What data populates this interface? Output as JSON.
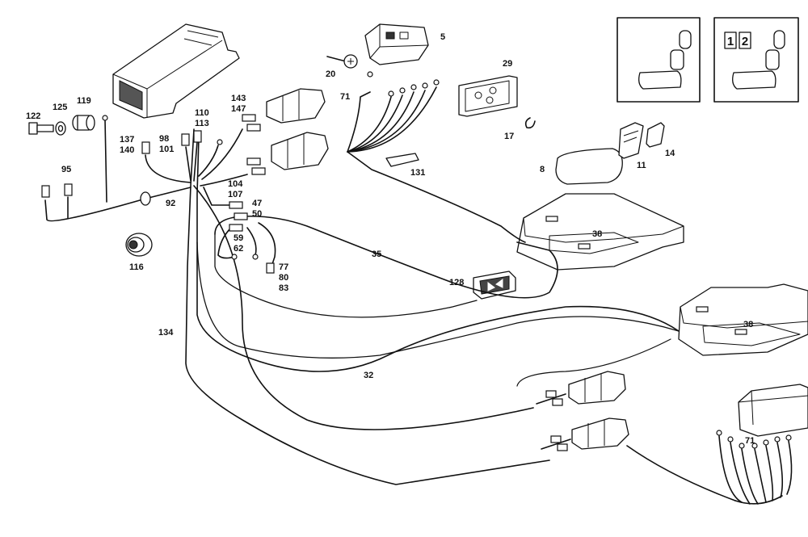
{
  "diagram": {
    "labels": {
      "l5": "5",
      "l20": "20",
      "l71a": "71",
      "l29": "29",
      "l17": "17",
      "l131": "131",
      "l8": "8",
      "l11": "11",
      "l14": "14",
      "l122": "122",
      "l125": "125",
      "l119": "119",
      "l143": "143",
      "l147": "147",
      "l110": "110",
      "l113": "113",
      "l98": "98",
      "l101": "101",
      "l137": "137",
      "l140": "140",
      "l95": "95",
      "l92": "92",
      "l104": "104",
      "l107": "107",
      "l47": "47",
      "l50": "50",
      "l59": "59",
      "l62": "62",
      "l77": "77",
      "l80": "80",
      "l83": "83",
      "l116": "116",
      "l35": "35",
      "l128": "128",
      "l38a": "38",
      "l38b": "38",
      "l134": "134",
      "l32": "32",
      "l71b": "71"
    },
    "inset_badges": {
      "one": "1",
      "two": "2"
    }
  }
}
